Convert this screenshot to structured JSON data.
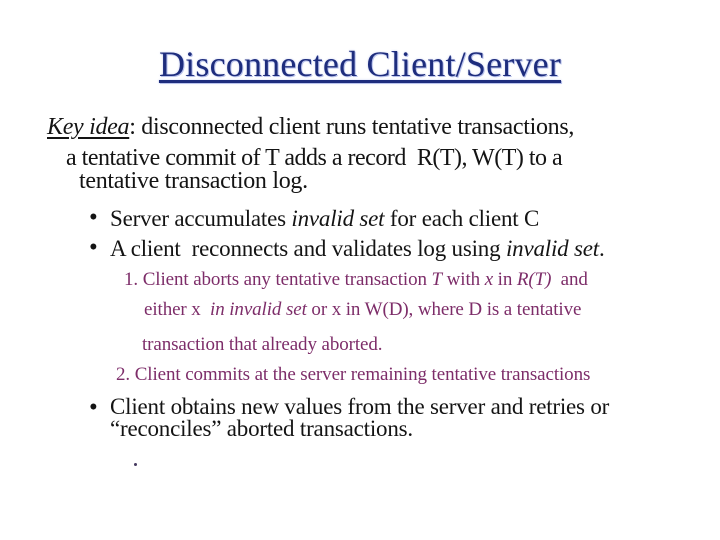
{
  "slide": {
    "title": "Disconnected Client/Server",
    "colors": {
      "title_blue": "#1e2d7d",
      "title_halo": "#b9c2ec",
      "body_black": "#141414",
      "plum": "#7d2d69",
      "background": "#ffffff"
    },
    "bullet_char": "•",
    "key_idea_line": [
      {
        "t": "Key idea",
        "i": true,
        "u": true
      },
      {
        "t": ": disconnected client runs tentative transactions,"
      }
    ],
    "wrap_line2": "a tentative commit of T adds a record  R(T), W(T) to a",
    "wrap_line3": "tentative transaction log.",
    "bullets": [
      {
        "segments": [
          {
            "t": "Server accumulates "
          },
          {
            "t": "invalid set",
            "i": true
          },
          {
            "t": " for each client C"
          }
        ]
      },
      {
        "segments": [
          {
            "t": "A client  reconnects and validates log using "
          },
          {
            "t": "invalid set",
            "i": true
          },
          {
            "t": "."
          }
        ]
      }
    ],
    "numbered": [
      {
        "segments": [
          {
            "t": "1. Client aborts any tentative transaction "
          },
          {
            "t": "T",
            "i": true
          },
          {
            "t": " with "
          },
          {
            "t": "x",
            "i": true
          },
          {
            "t": " in "
          },
          {
            "t": "R(T)",
            "i": true
          },
          {
            "t": "  and"
          }
        ]
      },
      {
        "segments": [
          {
            "t": "either x  "
          },
          {
            "t": "in invalid set",
            "i": true
          },
          {
            "t": " or x in W(D), where D is a tentative"
          }
        ]
      },
      {
        "segments": [
          {
            "t": "transaction that already aborted."
          }
        ]
      },
      {
        "segments": [
          {
            "t": "2. Client commits at the server remaining tentative transactions"
          }
        ]
      }
    ],
    "final_bullet": {
      "line1": "Client obtains new values from the server and retries or",
      "line2": "“reconciles” aborted transactions."
    }
  }
}
